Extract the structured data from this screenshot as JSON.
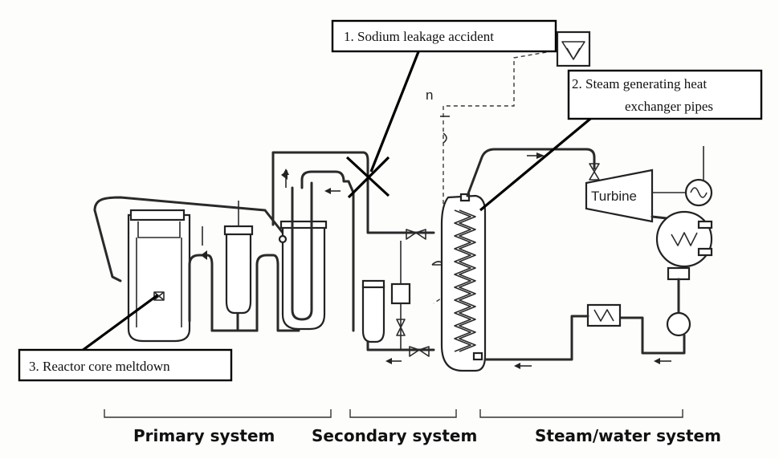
{
  "callouts": {
    "sodium_leak": "1. Sodium leakage accident",
    "steam_pipes_line1": "2. Steam generating heat",
    "steam_pipes_line2": "exchanger pipes",
    "core_meltdown": "3. Reactor core meltdown"
  },
  "labels": {
    "turbine": "Turbine",
    "n_marker": "n"
  },
  "sections": {
    "primary": "Primary system",
    "secondary": "Secondary system",
    "steam_water": "Steam/water system"
  }
}
